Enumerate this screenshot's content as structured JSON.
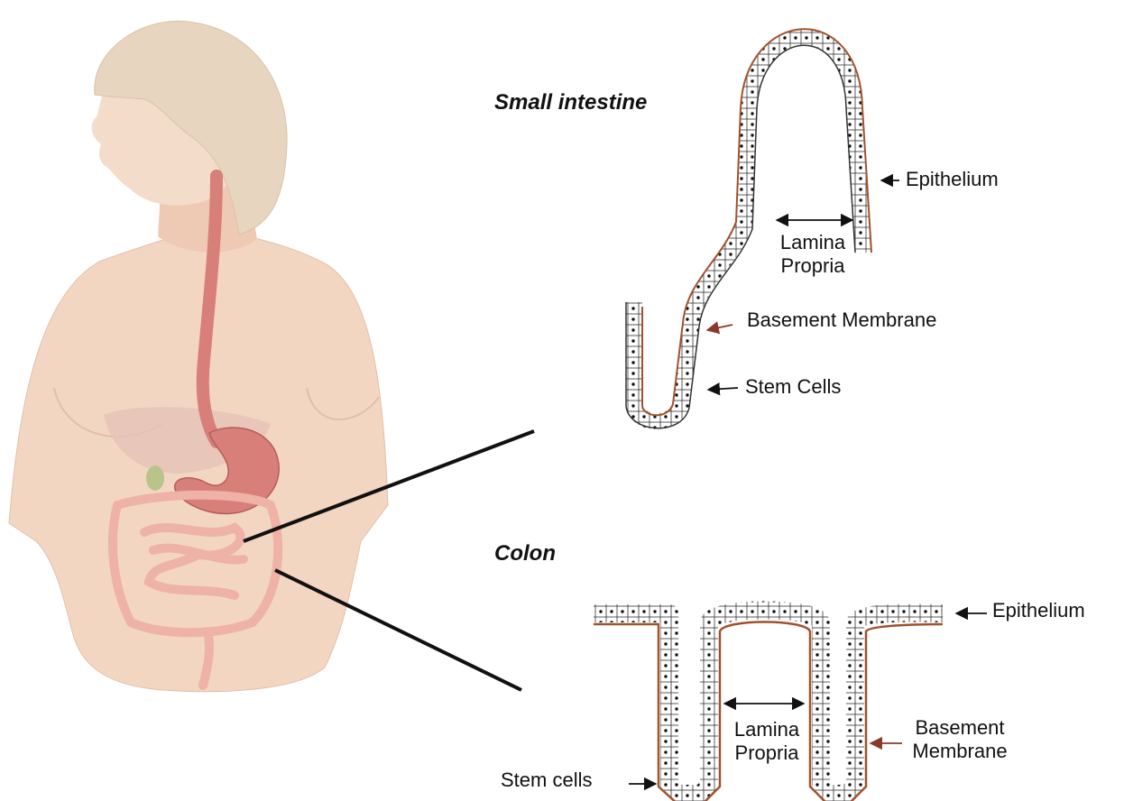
{
  "section_small": "Small intestine",
  "section_colon": "Colon",
  "small_intestine": {
    "epithelium": "Epithelium",
    "lamina_line1": "Lamina",
    "lamina_line2": "Propria",
    "basement": "Basement Membrane",
    "stem": "Stem Cells"
  },
  "colon": {
    "epithelium": "Epithelium",
    "lamina_line1": "Lamina",
    "lamina_line2": "Propria",
    "basement_line1": "Basement",
    "basement_line2": "Membrane",
    "stem": "Stem cells"
  },
  "colors": {
    "skin": "#f3d6c2",
    "hair": "#e7d5bf",
    "esophagus_stomach": "#d77f78",
    "intestine": "#efb2a6",
    "basement_membrane": "#a0522d",
    "brown_arrow": "#8b3a2a"
  }
}
